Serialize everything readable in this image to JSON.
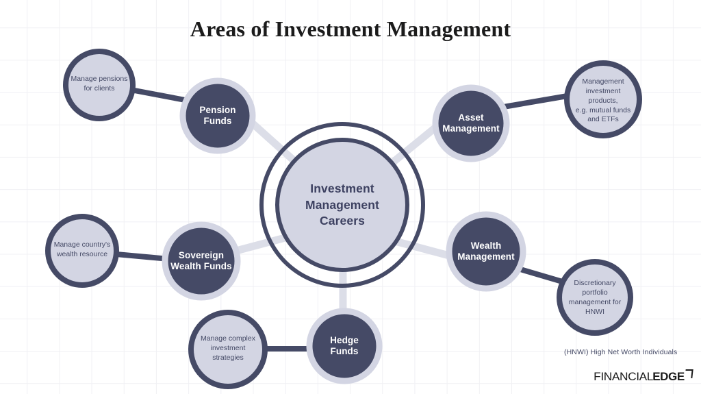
{
  "title": "Areas of Investment Management",
  "hub": {
    "label": "Investment\nManagement\nCareers"
  },
  "nodes": [
    {
      "id": "pension-funds",
      "label": "Pension\nFunds",
      "callout": "Manage pensions\nfor clients"
    },
    {
      "id": "asset-management",
      "label": "Asset\nManagement",
      "callout": "Management\ninvestment\nproducts,\ne.g. mutual funds\nand ETFs"
    },
    {
      "id": "wealth-management",
      "label": "Wealth\nManagement",
      "callout": "Discretionary\nportfolio\nmanagement for\nHNWI"
    },
    {
      "id": "hedge-funds",
      "label": "Hedge\nFunds",
      "callout": "Manage complex\ninvestment\nstrategies"
    },
    {
      "id": "sovereign-wealth-funds",
      "label": "Sovereign\nWealth Funds",
      "callout": "Manage country's\nwealth resource"
    }
  ],
  "footnote": "(HNWI) High Net Worth Individuals",
  "logo": {
    "light_text": "FINANCIAL",
    "bold_text": "EDGE"
  },
  "colors": {
    "dark_navy": "#454A66",
    "light_lavender": "#D3D5E3",
    "spoke_lavender": "#DCDEE8",
    "hub_fill": "#D3D5E3",
    "background": "#ffffff",
    "grid_line": "#f0f0f4",
    "title_color": "#1b1b1b"
  }
}
